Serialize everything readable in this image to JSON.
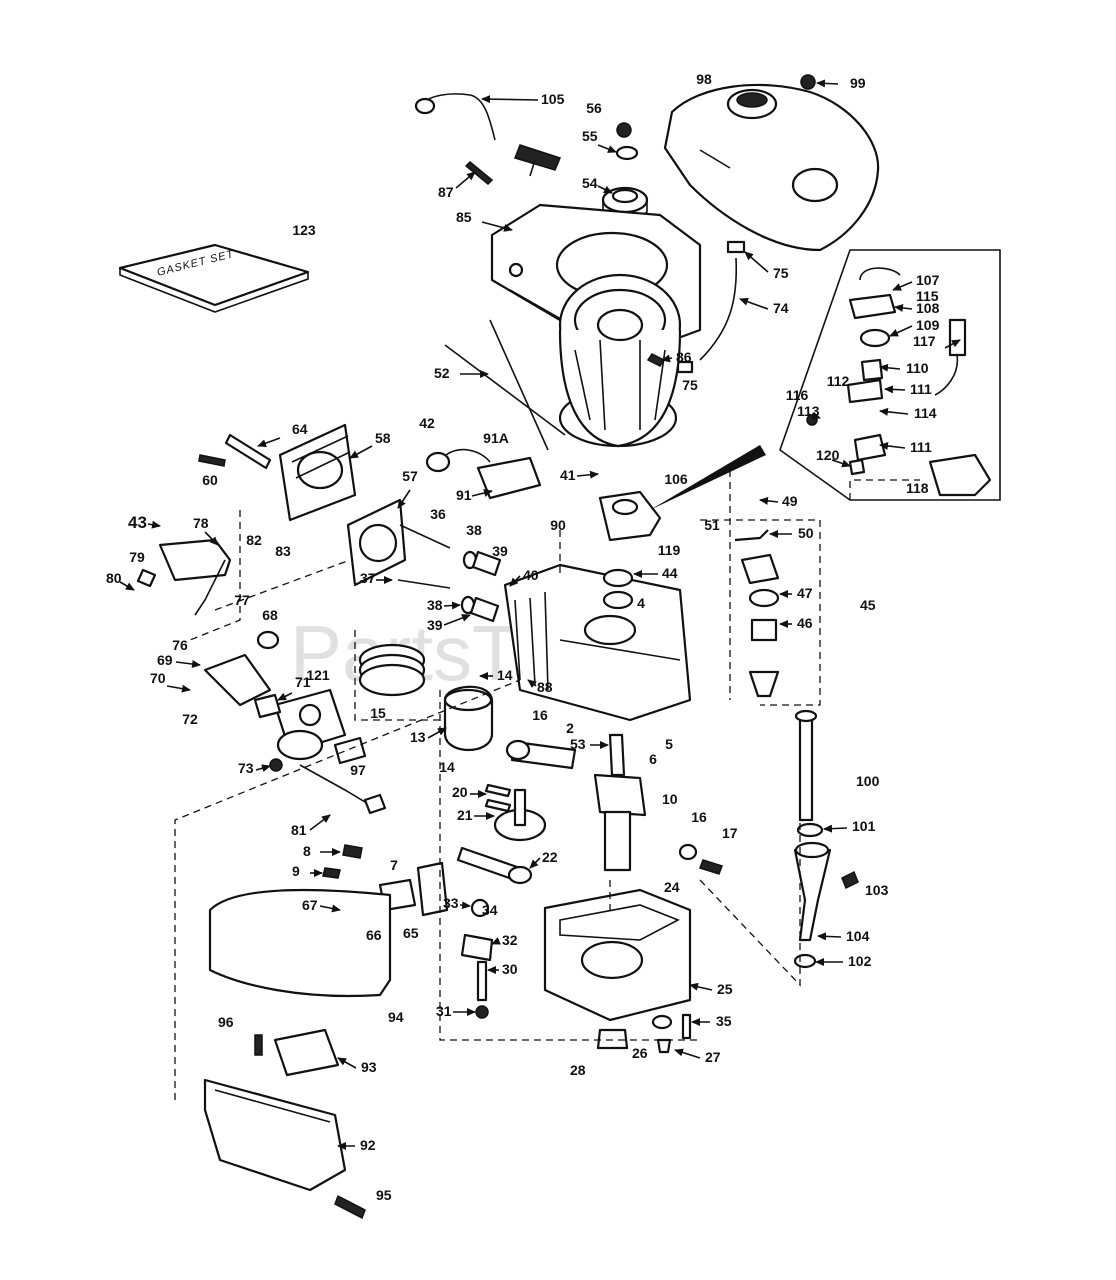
{
  "watermark": "PartsTree",
  "gasket_set_text": "GASKET SET",
  "callouts": [
    {
      "id": "p105",
      "text": "105"
    },
    {
      "id": "p98",
      "text": "98"
    },
    {
      "id": "p99",
      "text": "99"
    },
    {
      "id": "p56",
      "text": "56"
    },
    {
      "id": "p55",
      "text": "55"
    },
    {
      "id": "p54",
      "text": "54"
    },
    {
      "id": "p87",
      "text": "87"
    },
    {
      "id": "p85",
      "text": "85"
    },
    {
      "id": "p123",
      "text": "123"
    },
    {
      "id": "p75a",
      "text": "75"
    },
    {
      "id": "p74",
      "text": "74"
    },
    {
      "id": "p107",
      "text": "107"
    },
    {
      "id": "p115",
      "text": "115"
    },
    {
      "id": "p108",
      "text": "108"
    },
    {
      "id": "p109",
      "text": "109"
    },
    {
      "id": "p117",
      "text": "117"
    },
    {
      "id": "p110",
      "text": "110"
    },
    {
      "id": "p112",
      "text": "112"
    },
    {
      "id": "p111a",
      "text": "111"
    },
    {
      "id": "p116",
      "text": "116"
    },
    {
      "id": "p113",
      "text": "113"
    },
    {
      "id": "p114",
      "text": "114"
    },
    {
      "id": "p111b",
      "text": "111"
    },
    {
      "id": "p120",
      "text": "120"
    },
    {
      "id": "p118",
      "text": "118"
    },
    {
      "id": "p86",
      "text": "86"
    },
    {
      "id": "p52",
      "text": "52"
    },
    {
      "id": "p75b",
      "text": "75"
    },
    {
      "id": "p64",
      "text": "64"
    },
    {
      "id": "p58",
      "text": "58"
    },
    {
      "id": "p42",
      "text": "42"
    },
    {
      "id": "p91A",
      "text": "91A"
    },
    {
      "id": "p41",
      "text": "41"
    },
    {
      "id": "p106",
      "text": "106"
    },
    {
      "id": "p60",
      "text": "60"
    },
    {
      "id": "p91",
      "text": "91"
    },
    {
      "id": "p57",
      "text": "57"
    },
    {
      "id": "p49",
      "text": "49"
    },
    {
      "id": "p43",
      "text": "43"
    },
    {
      "id": "p78",
      "text": "78"
    },
    {
      "id": "p82",
      "text": "82"
    },
    {
      "id": "p83",
      "text": "83"
    },
    {
      "id": "p36",
      "text": "36"
    },
    {
      "id": "p38a",
      "text": "38"
    },
    {
      "id": "p90",
      "text": "90"
    },
    {
      "id": "p119",
      "text": "119"
    },
    {
      "id": "p51",
      "text": "51"
    },
    {
      "id": "p50",
      "text": "50"
    },
    {
      "id": "p79",
      "text": "79"
    },
    {
      "id": "p39a",
      "text": "39"
    },
    {
      "id": "p80",
      "text": "80"
    },
    {
      "id": "p37",
      "text": "37"
    },
    {
      "id": "p40",
      "text": "40"
    },
    {
      "id": "p44",
      "text": "44"
    },
    {
      "id": "p77",
      "text": "77"
    },
    {
      "id": "p38b",
      "text": "38"
    },
    {
      "id": "p4",
      "text": "4"
    },
    {
      "id": "p47",
      "text": "47"
    },
    {
      "id": "p45",
      "text": "45"
    },
    {
      "id": "p68",
      "text": "68"
    },
    {
      "id": "p39b",
      "text": "39"
    },
    {
      "id": "p46",
      "text": "46"
    },
    {
      "id": "p76",
      "text": "76"
    },
    {
      "id": "p69",
      "text": "69"
    },
    {
      "id": "p121",
      "text": "121"
    },
    {
      "id": "p71",
      "text": "71"
    },
    {
      "id": "p70",
      "text": "70"
    },
    {
      "id": "p14a",
      "text": "14"
    },
    {
      "id": "p88",
      "text": "88"
    },
    {
      "id": "p15",
      "text": "15"
    },
    {
      "id": "p72",
      "text": "72"
    },
    {
      "id": "p16a",
      "text": "16"
    },
    {
      "id": "p2",
      "text": "2"
    },
    {
      "id": "p13",
      "text": "13"
    },
    {
      "id": "p53",
      "text": "53"
    },
    {
      "id": "p5",
      "text": "5"
    },
    {
      "id": "p73",
      "text": "73"
    },
    {
      "id": "p97",
      "text": "97"
    },
    {
      "id": "p14b",
      "text": "14"
    },
    {
      "id": "p6",
      "text": "6"
    },
    {
      "id": "p100",
      "text": "100"
    },
    {
      "id": "p20",
      "text": "20"
    },
    {
      "id": "p10",
      "text": "10"
    },
    {
      "id": "p81",
      "text": "81"
    },
    {
      "id": "p21",
      "text": "21"
    },
    {
      "id": "p101",
      "text": "101"
    },
    {
      "id": "p16b",
      "text": "16"
    },
    {
      "id": "p17",
      "text": "17"
    },
    {
      "id": "p8",
      "text": "8"
    },
    {
      "id": "p22",
      "text": "22"
    },
    {
      "id": "p7",
      "text": "7"
    },
    {
      "id": "p9",
      "text": "9"
    },
    {
      "id": "p103",
      "text": "103"
    },
    {
      "id": "p24",
      "text": "24"
    },
    {
      "id": "p67",
      "text": "67"
    },
    {
      "id": "p33",
      "text": "33"
    },
    {
      "id": "p34",
      "text": "34"
    },
    {
      "id": "p66",
      "text": "66"
    },
    {
      "id": "p65",
      "text": "65"
    },
    {
      "id": "p32",
      "text": "32"
    },
    {
      "id": "p104",
      "text": "104"
    },
    {
      "id": "p102",
      "text": "102"
    },
    {
      "id": "p30",
      "text": "30"
    },
    {
      "id": "p25",
      "text": "25"
    },
    {
      "id": "p94",
      "text": "94"
    },
    {
      "id": "p31",
      "text": "31"
    },
    {
      "id": "p35",
      "text": "35"
    },
    {
      "id": "p96",
      "text": "96"
    },
    {
      "id": "p93",
      "text": "93"
    },
    {
      "id": "p26",
      "text": "26"
    },
    {
      "id": "p27",
      "text": "27"
    },
    {
      "id": "p28",
      "text": "28"
    },
    {
      "id": "p92",
      "text": "92"
    },
    {
      "id": "p95",
      "text": "95"
    }
  ]
}
